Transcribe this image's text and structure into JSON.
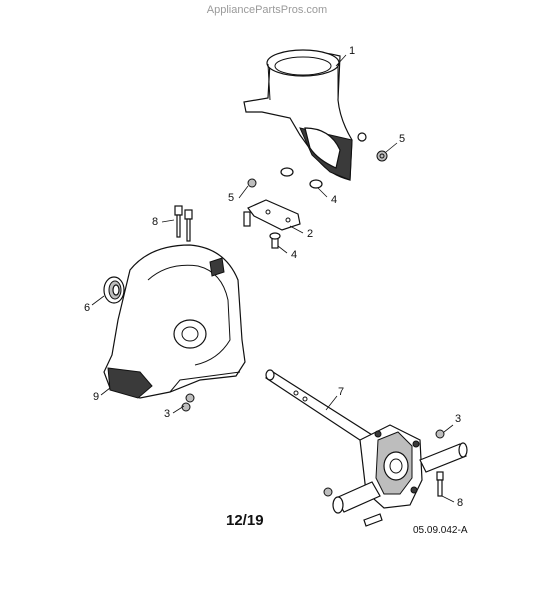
{
  "watermark": "AppliancePartsPros.com",
  "page_number": "12/19",
  "reference_code": "05.09.042-A",
  "callouts": {
    "c1": "1",
    "c2": "2",
    "c3a": "3",
    "c3b": "3",
    "c4a": "4",
    "c4b": "4",
    "c5a": "5",
    "c5b": "5",
    "c6": "6",
    "c7": "7",
    "c8a": "8",
    "c8b": "8",
    "c9": "9"
  }
}
